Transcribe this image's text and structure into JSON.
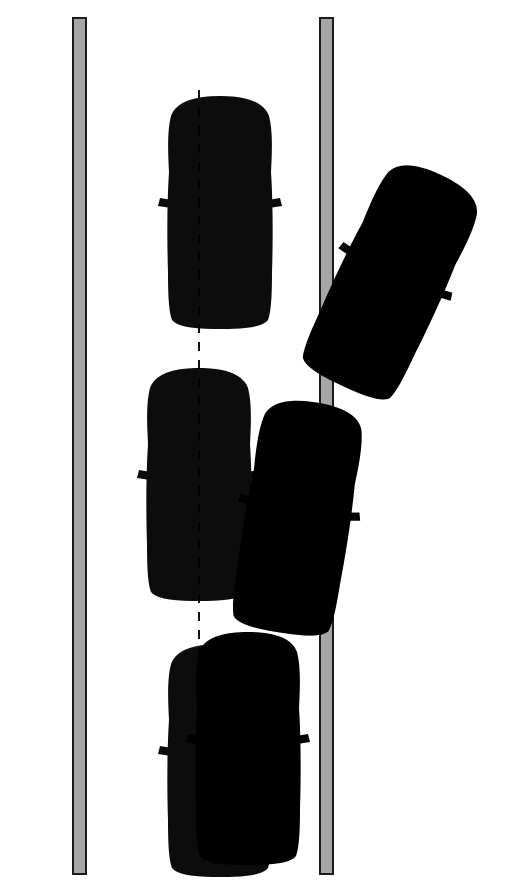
{
  "scene": {
    "colors": {
      "background": "#ffffff",
      "barrier_fill": "#a6a6a6",
      "barrier_stroke": "#1a1a1a",
      "lane_marking": "#111111",
      "active_car_body": "#ee6a2d",
      "active_car_glass": "#3a2a22",
      "active_car_outline": "#1a1a1a",
      "ghost_car_body": "#f7c6ad",
      "ghost_car_glass": "#b9b6b3",
      "ghost_car_outline": "#d9c2b5"
    },
    "barriers": [
      {
        "name": "left-barrier"
      },
      {
        "name": "right-barrier"
      }
    ],
    "lane_marking": {
      "style": "dashed"
    },
    "ghost_cars": [
      {
        "name": "ghost-car-top"
      },
      {
        "name": "ghost-car-middle"
      },
      {
        "name": "ghost-car-bottom"
      }
    ],
    "active_cars": [
      {
        "name": "orange-car-bottom"
      },
      {
        "name": "orange-car-middle"
      },
      {
        "name": "orange-car-top"
      }
    ]
  }
}
